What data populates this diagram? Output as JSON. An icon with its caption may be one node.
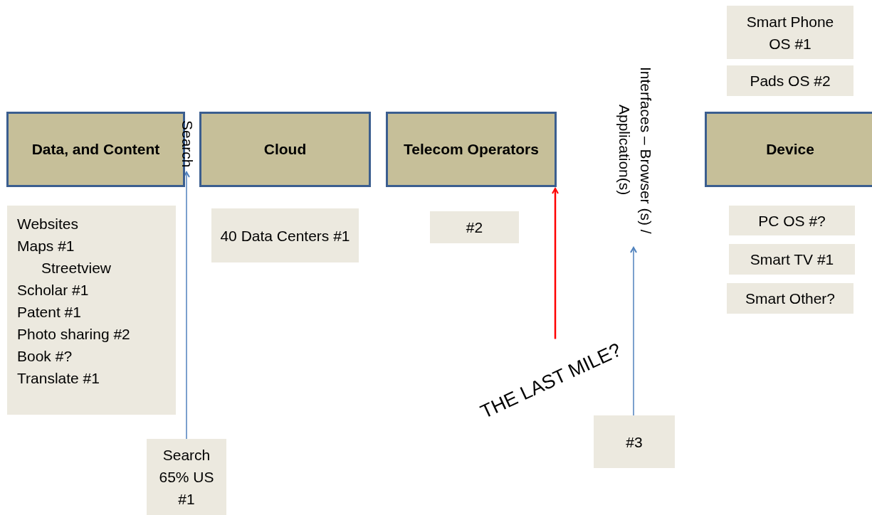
{
  "diagram": {
    "nodes": [
      {
        "text": [
          "Data, and Content"
        ]
      },
      {
        "text": [
          "Search"
        ]
      },
      {
        "text": [
          "Cloud"
        ]
      },
      {
        "text": [
          "Telecom Operators"
        ]
      },
      {
        "text": [
          "Interfaces – Browser (s) / Application(s)"
        ]
      },
      {
        "text": [
          "Device"
        ]
      },
      {
        "text": [
          "Smart Phone OS #1"
        ]
      },
      {
        "text": [
          "Pads OS #2"
        ]
      },
      {
        "text": [
          "Websites",
          "Maps #1",
          "Streetview",
          "Scholar #1",
          "Patent #1",
          "Photo sharing #2",
          "Book #?",
          "Translate #1"
        ]
      },
      {
        "text": [
          "40 Data Centers #1"
        ]
      },
      {
        "text": [
          "#2"
        ]
      },
      {
        "text": [
          "PC OS #?"
        ]
      },
      {
        "text": [
          "Smart TV #1"
        ]
      },
      {
        "text": [
          "Smart Other?"
        ]
      },
      {
        "text": [
          "THE LAST MILE?"
        ]
      },
      {
        "text": [
          "Search 65% US #1"
        ]
      },
      {
        "text": [
          "#3"
        ]
      }
    ],
    "edges": [
      {
        "from": 15,
        "to": 1,
        "arrow": "to"
      },
      {
        "from": 14,
        "to": 3,
        "arrow": "to",
        "color": "#ff0000"
      },
      {
        "from": 16,
        "to": 4,
        "arrow": "to"
      }
    ]
  }
}
